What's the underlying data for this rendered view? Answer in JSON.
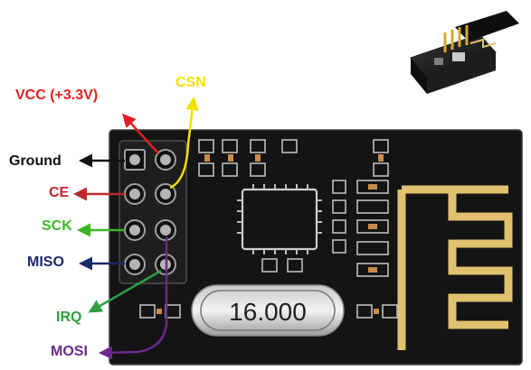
{
  "pins": {
    "vcc": {
      "label": "VCC (+3.3V)",
      "color": "#e02020"
    },
    "csn": {
      "label": "CSN",
      "color": "#f4e000"
    },
    "ground": {
      "label": "Ground",
      "color": "#111111"
    },
    "ce": {
      "label": "CE",
      "color": "#c0282e"
    },
    "sck": {
      "label": "SCK",
      "color": "#3cb528"
    },
    "miso": {
      "label": "MISO",
      "color": "#1b2a6b"
    },
    "irq": {
      "label": "IRQ",
      "color": "#2ea043"
    },
    "mosi": {
      "label": "MOSI",
      "color": "#6a2a8a"
    }
  },
  "board": {
    "crystal_label": "16.000",
    "pcb_color": "#141414",
    "antenna_color": "#e1c16e"
  }
}
